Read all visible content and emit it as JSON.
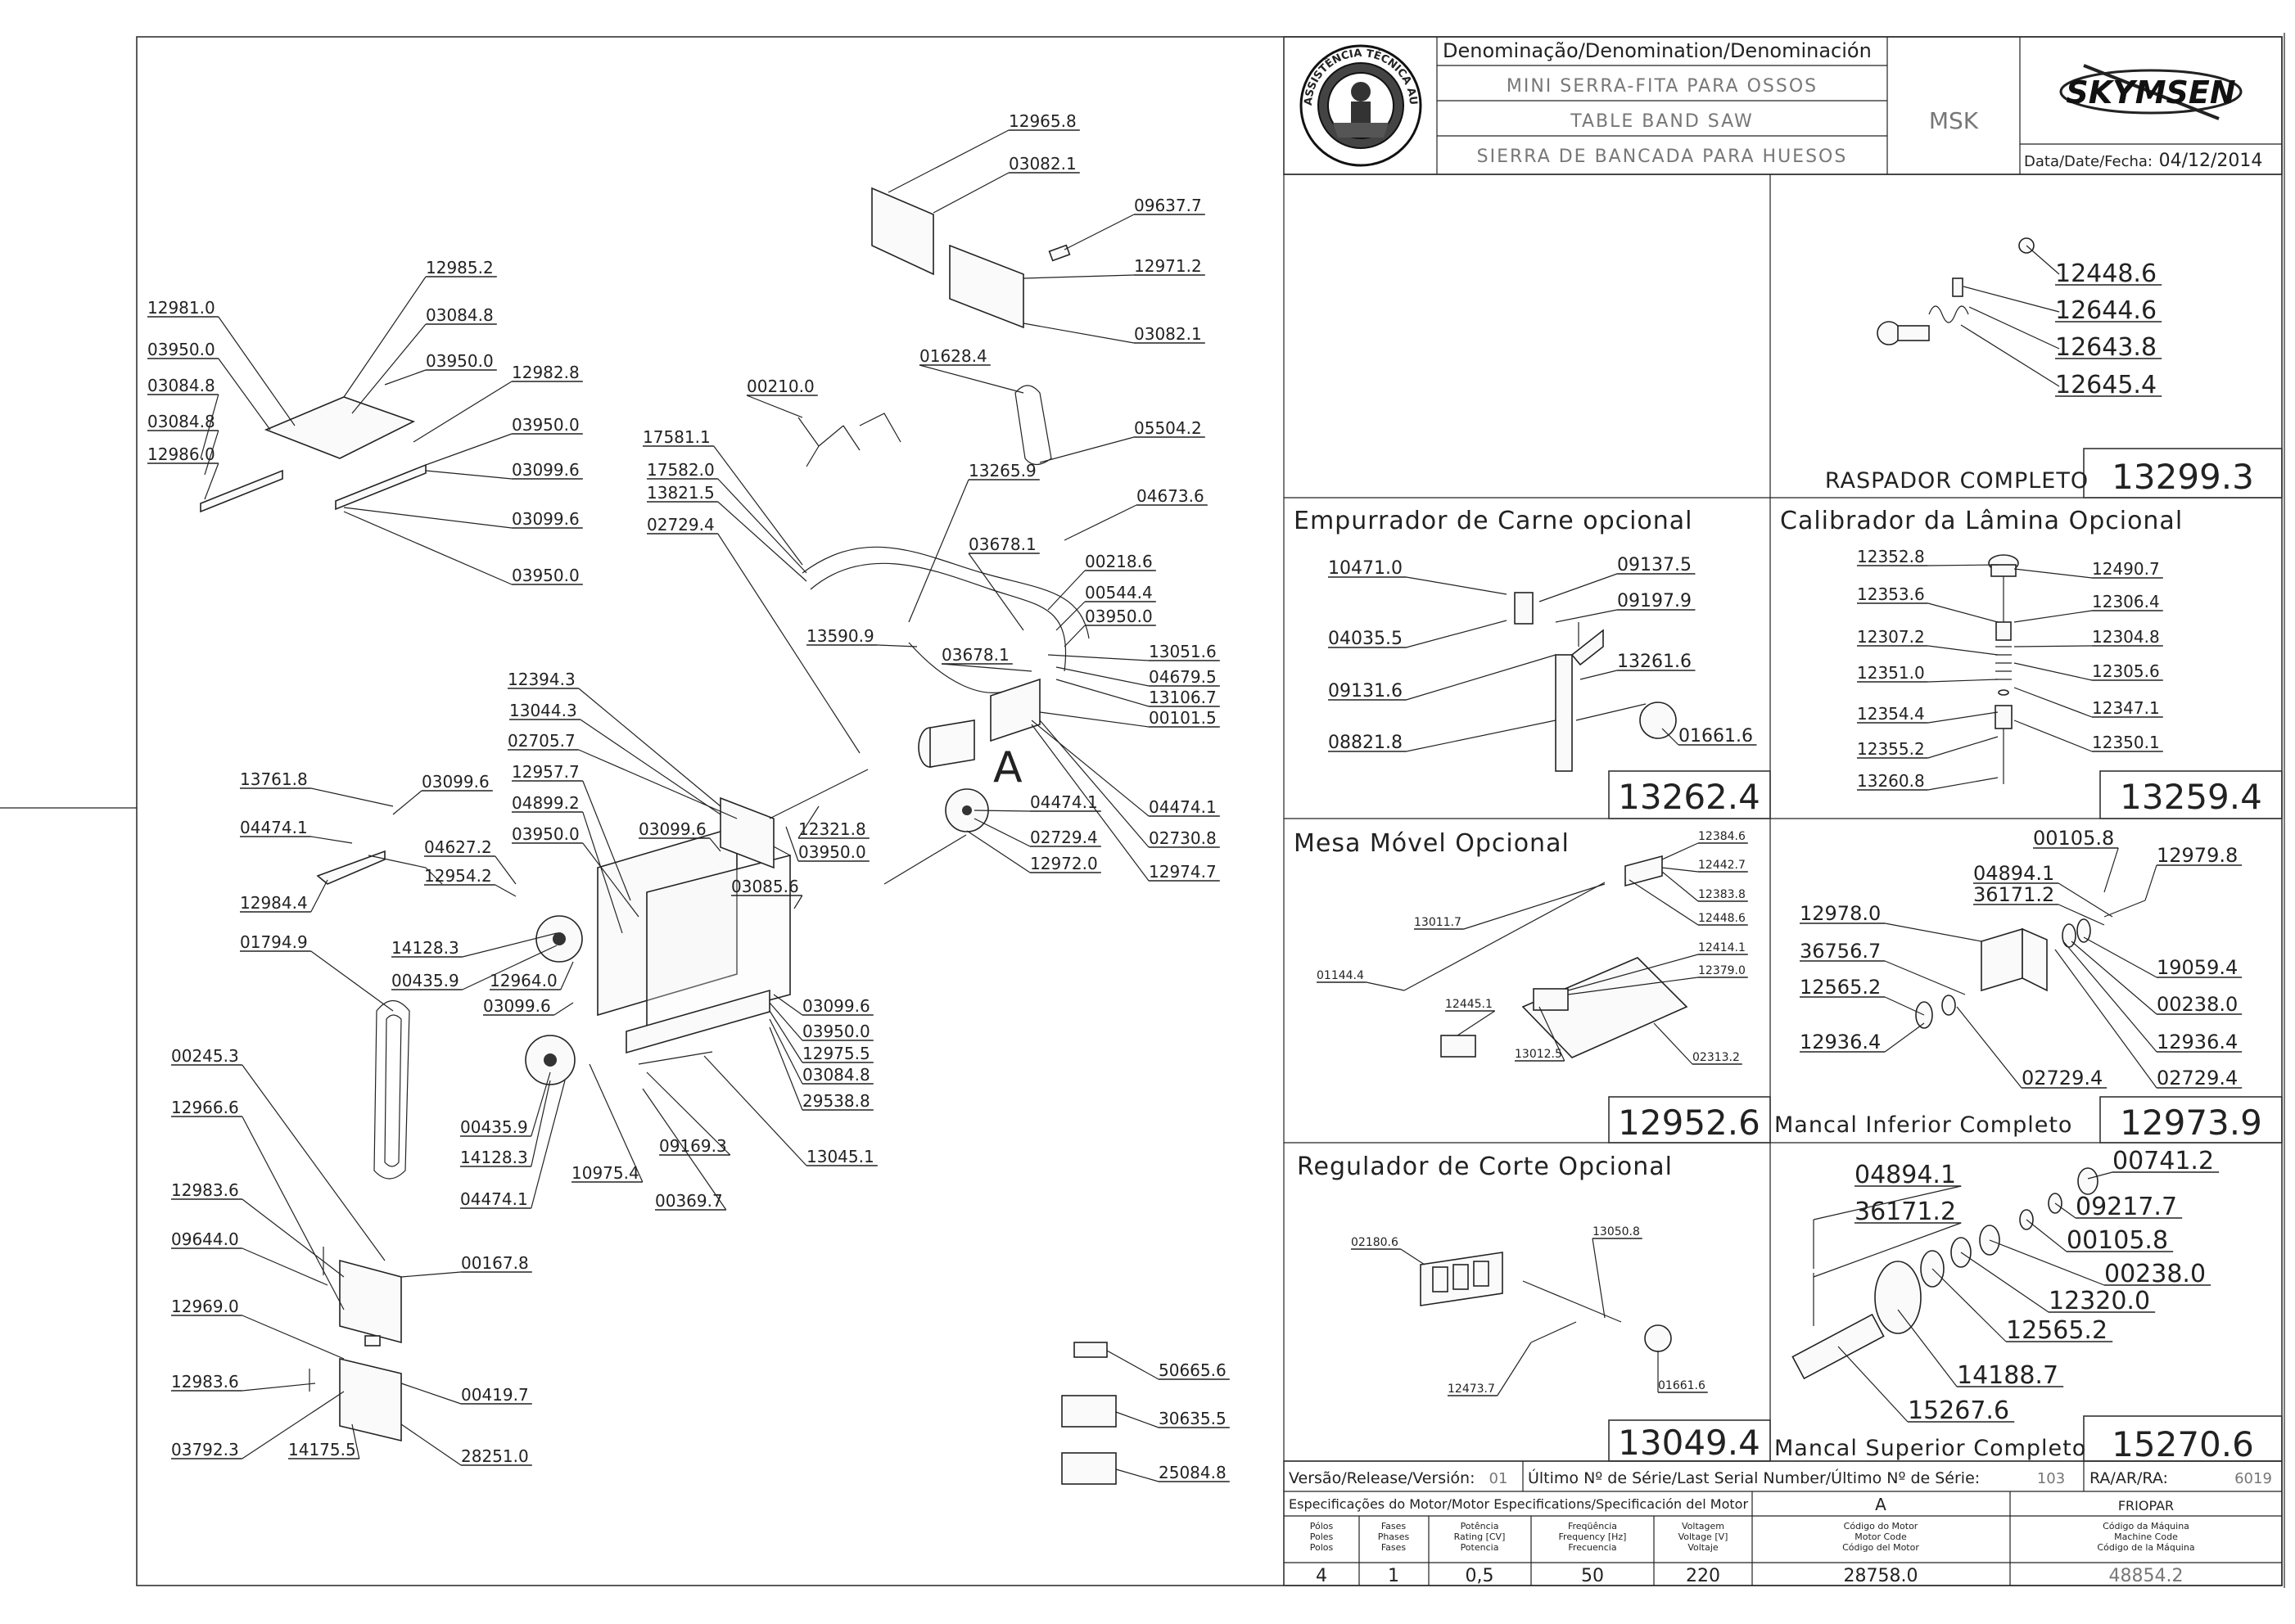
{
  "title_block": {
    "denomination_header": "Denominação/Denomination/Denominación",
    "name_pt": "MINI SERRA-FITA PARA OSSOS",
    "name_en": "TABLE BAND SAW",
    "name_es": "SIERRA DE BANCADA PARA HUESOS",
    "model": "MSK",
    "brand": "SKYMSEN",
    "date_label": "Data/Date/Fecha:",
    "date": "04/12/2014",
    "stamp_text": "ASSISTÊNCIA TÉCNICA AUTORIZADA"
  },
  "main_labels": [
    "12965.8",
    "03082.1",
    "09637.7",
    "12971.2",
    "03082.1",
    "12985.2",
    "12981.0",
    "03084.8",
    "03950.0",
    "03950.0",
    "12982.8",
    "03084.8",
    "03950.0",
    "03084.8",
    "03099.6",
    "12986.0",
    "03099.6",
    "03950.0",
    "01628.4",
    "00210.0",
    "05504.2",
    "17581.1",
    "17582.0",
    "13265.9",
    "13821.5",
    "04673.6",
    "02729.4",
    "03678.1",
    "00218.6",
    "00544.4",
    "03950.0",
    "13590.9",
    "03678.1",
    "13051.6",
    "04679.5",
    "13106.7",
    "00101.5",
    "12394.3",
    "13044.3",
    "02705.7",
    "12957.7",
    "04899.2",
    "03950.0",
    "03099.6",
    "12321.8",
    "03950.0",
    "04474.1",
    "02729.4",
    "12972.0",
    "02730.8",
    "12974.7",
    "04474.1",
    "13761.8",
    "03099.6",
    "04474.1",
    "04627.2",
    "12954.2",
    "12984.4",
    "03085.6",
    "14128.3",
    "00435.9",
    "12964.0",
    "01794.9",
    "03099.6",
    "03099.6",
    "03950.0",
    "12975.5",
    "03084.8",
    "29538.8",
    "00245.3",
    "00435.9",
    "14128.3",
    "09169.3",
    "13045.1",
    "04474.1",
    "10975.4",
    "00369.7",
    "12966.6",
    "12983.6",
    "09644.0",
    "00167.8",
    "12969.0",
    "12983.6",
    "00419.7",
    "03792.3",
    "14175.5",
    "28251.0",
    "50665.6",
    "30635.5",
    "25084.8"
  ],
  "section_label": "A",
  "raspador": {
    "labels": [
      "12448.6",
      "12644.6",
      "12643.8",
      "12645.4"
    ],
    "title": "RASPADOR COMPLETO",
    "code": "13299.3"
  },
  "empurrador": {
    "title": "Empurrador de Carne opcional",
    "labels": [
      "10471.0",
      "09137.5",
      "09197.9",
      "04035.5",
      "13261.6",
      "09131.6",
      "08821.8",
      "01661.6"
    ],
    "code": "13262.4"
  },
  "calibrador": {
    "title": "Calibrador da Lâmina Opcional",
    "labels": [
      "12352.8",
      "12490.7",
      "12353.6",
      "12306.4",
      "12307.2",
      "12304.8",
      "12351.0",
      "12305.6",
      "12347.1",
      "12354.4",
      "12350.1",
      "12355.2",
      "13260.8"
    ],
    "code": "13259.4"
  },
  "mesa": {
    "title": "Mesa Móvel Opcional",
    "labels": [
      "12384.6",
      "12442.7",
      "12383.8",
      "13011.7",
      "12448.6",
      "12414.1",
      "01144.4",
      "12379.0",
      "12445.1",
      "13012.5",
      "02313.2"
    ],
    "code": "12952.6"
  },
  "mancal_inferior": {
    "labels": [
      "00105.8",
      "12979.8",
      "04894.1",
      "36171.2",
      "12978.0",
      "36756.7",
      "19059.4",
      "12565.2",
      "00238.0",
      "12936.4",
      "12936.4",
      "02729.4",
      "02729.4"
    ],
    "title": "Mancal Inferior Completo",
    "code": "12973.9"
  },
  "regulador": {
    "title": "Regulador de Corte Opcional",
    "labels": [
      "02180.6",
      "13050.8",
      "12473.7",
      "01661.6"
    ],
    "code": "13049.4"
  },
  "mancal_superior": {
    "labels": [
      "04894.1",
      "00741.2",
      "36171.2",
      "09217.7",
      "00105.8",
      "00238.0",
      "12320.0",
      "12565.2",
      "14188.7",
      "15267.6"
    ],
    "title": "Mancal Superior Completo",
    "code": "15270.6"
  },
  "release_row": {
    "version_label": "Versão/Release/Versión:",
    "version": "01",
    "serial_label": "Último Nº de Série/Last Serial Number/Último Nº de Série:",
    "serial": "103",
    "ra_label": "RA/AR/RA:",
    "ra": "6019"
  },
  "motor": {
    "spec_header": "Especificações do Motor/Motor Especifications/Specificación del Motor",
    "group_a": "A",
    "group_fri": "FRIOPAR",
    "columns": [
      {
        "lines": [
          "Pólos",
          "Poles",
          "Polos"
        ],
        "value": "4"
      },
      {
        "lines": [
          "Fases",
          "Phases",
          "Fases"
        ],
        "value": "1"
      },
      {
        "lines": [
          "Potência",
          "Rating [CV]",
          "Potencia"
        ],
        "value": "0,5"
      },
      {
        "lines": [
          "Freqüência",
          "Frequency [Hz]",
          "Frecuencia"
        ],
        "value": "50"
      },
      {
        "lines": [
          "Voltagem",
          "Voltage [V]",
          "Voltaje"
        ],
        "value": "220"
      },
      {
        "lines": [
          "Código do Motor",
          "Motor Code",
          "Código del Motor"
        ],
        "value": "28758.0"
      },
      {
        "lines": [
          "Código da Máquina",
          "Machine Code",
          "Código de la Máquina"
        ],
        "value": "48854.2"
      }
    ]
  }
}
